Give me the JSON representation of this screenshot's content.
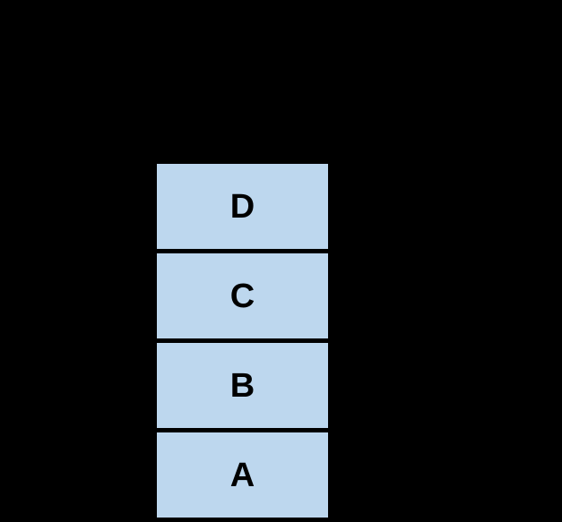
{
  "diagram": {
    "type": "vertical-stack",
    "background_color": "#000000",
    "box_fill_color": "#BDD7EE",
    "box_label_color": "#000000",
    "separator_color": "#000000",
    "boxes": [
      {
        "label": "D"
      },
      {
        "label": "C"
      },
      {
        "label": "B"
      },
      {
        "label": "A"
      }
    ]
  }
}
